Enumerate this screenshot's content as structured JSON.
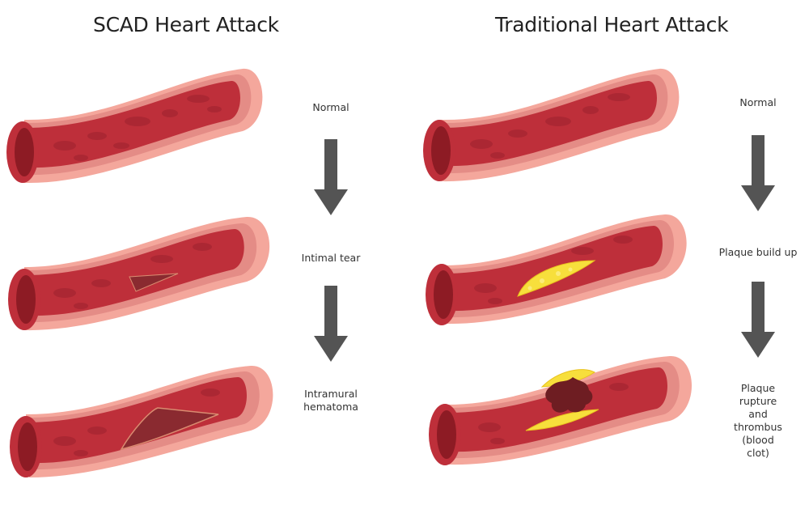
{
  "panels": {
    "scad": {
      "title": "SCAD Heart Attack",
      "stages": [
        "Normal",
        "Intimal tear",
        "Intramural\nhematoma"
      ]
    },
    "traditional": {
      "title": "Traditional Heart Attack",
      "stages": [
        "Normal",
        "Plaque build up",
        "Plaque rupture\nand thrombus\n(blood clot)"
      ]
    }
  },
  "colors": {
    "outer_wall": "#f4a79c",
    "mid_wall": "#e48c86",
    "lumen": "#be2f3a",
    "lumen_dark": "#8d1b24",
    "blood_cell": "#a82632",
    "hematoma": "#8a2a30",
    "plaque": "#f7df3c",
    "clot": "#6e1d22",
    "arrow": "#545454"
  },
  "icons": {
    "arrow": "down-arrow-icon"
  }
}
